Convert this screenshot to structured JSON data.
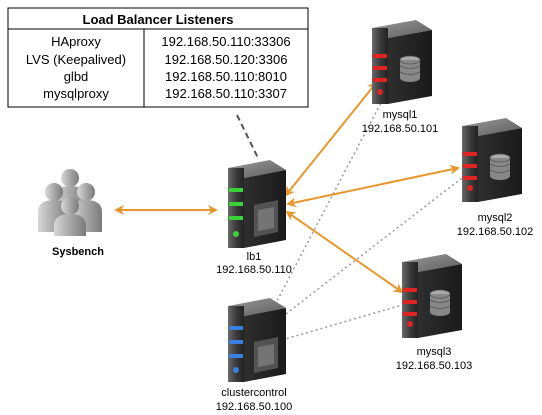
{
  "table": {
    "title": "Load Balancer Listeners",
    "rows": [
      {
        "name": "HAproxy",
        "endpoint": "192.168.50.110:33306"
      },
      {
        "name": "LVS (Keepalived)",
        "endpoint": "192.168.50.120:3306"
      },
      {
        "name": "glbd",
        "endpoint": "192.168.50.110:8010"
      },
      {
        "name": "mysqlproxy",
        "endpoint": "192.168.50.110:3307"
      }
    ]
  },
  "nodes": {
    "client": {
      "label": "Sysbench"
    },
    "lb1": {
      "name": "lb1",
      "ip": "192.168.50.110"
    },
    "clustercontrol": {
      "name": "clustercontrol",
      "ip": "192.168.50.100"
    },
    "mysql1": {
      "name": "mysql1",
      "ip": "192.168.50.101"
    },
    "mysql2": {
      "name": "mysql2",
      "ip": "192.168.50.102"
    },
    "mysql3": {
      "name": "mysql3",
      "ip": "192.168.50.103"
    }
  },
  "colors": {
    "arrow": "#e8962e",
    "lb_accent": "#3bd13b",
    "db_accent": "#e02424",
    "cc_accent": "#3b7fe0",
    "server_body": "#4a4a4a",
    "dotted": "#999999",
    "dashed": "#555555"
  },
  "icons": {
    "client": "user-group-icon",
    "lb1": "server-icon",
    "clustercontrol": "server-icon",
    "db": "database-server-icon"
  }
}
